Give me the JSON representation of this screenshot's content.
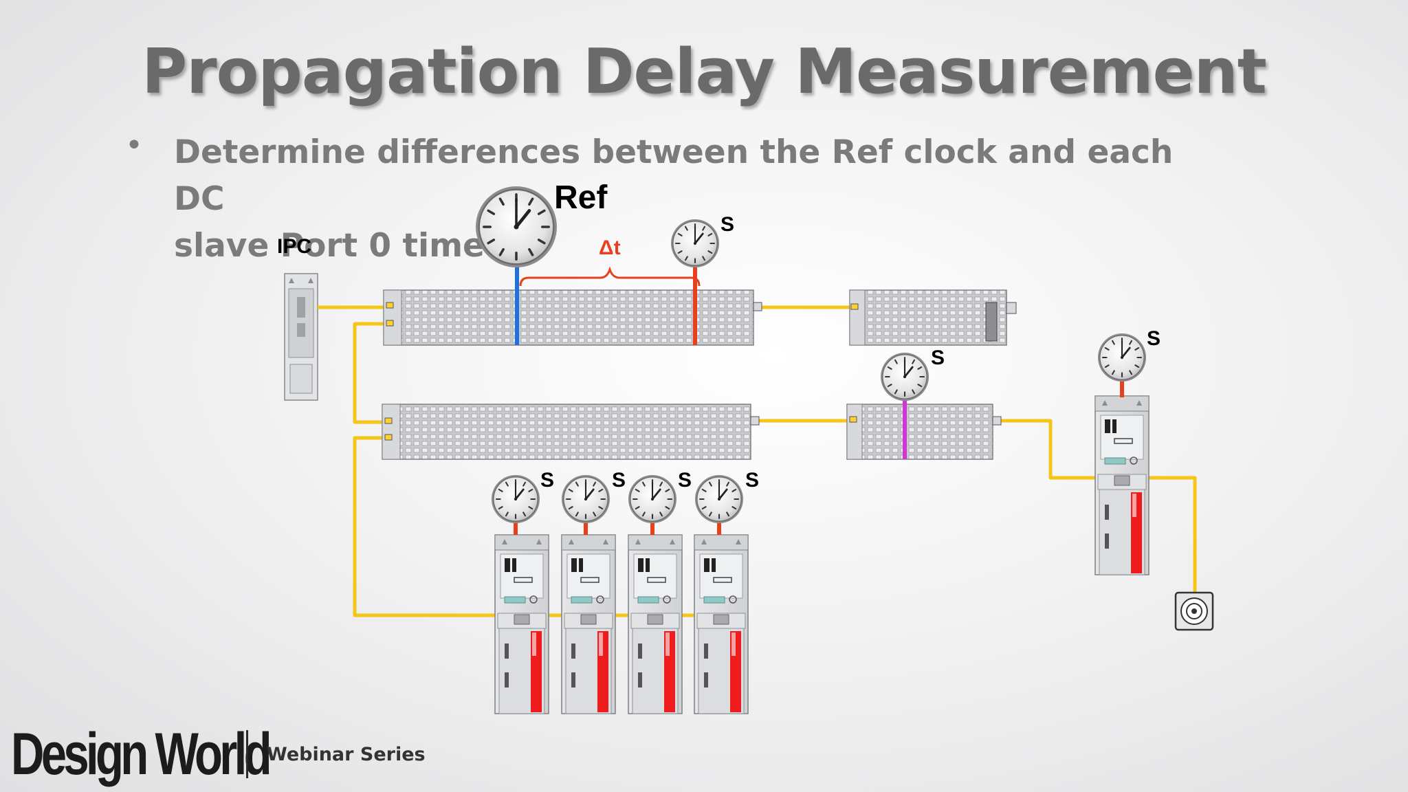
{
  "slide": {
    "title": "Propagation Delay Measurement",
    "bullet_marker": "•",
    "bullet_line1": "Determine differences between the Ref clock and each DC",
    "bullet_line2": "slave Port 0 time"
  },
  "diagram": {
    "ipc_label": "IPC",
    "ref_label": "Ref",
    "delta_label": "Δt",
    "slave_label": "S",
    "colors": {
      "ethercat_cable": "#f5c518",
      "ref_marker": "#1f6fe0",
      "slave_marker": "#e8401c",
      "highlight_marker": "#d633d6",
      "delta_text": "#e8401c"
    }
  },
  "footer": {
    "brand": "Design World",
    "series": "Webinar Series"
  }
}
